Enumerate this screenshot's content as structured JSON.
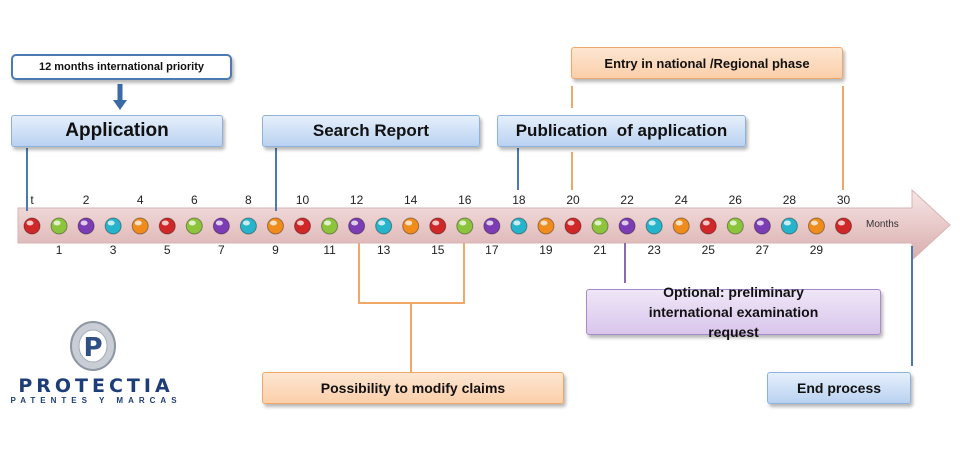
{
  "boxes": {
    "priority": "12 months international priority",
    "application": "Application",
    "search_report": "Search Report",
    "publication": "Publication  of application",
    "national_phase": "Entry in national /Regional phase",
    "preliminary_exam": "Optional: preliminary international examination request",
    "modify_claims": "Possibility to modify claims",
    "end_process": "End process"
  },
  "timeline": {
    "unit_label": "Months",
    "start_label": "t",
    "months_top": [
      "2",
      "4",
      "6",
      "8",
      "10",
      "12",
      "14",
      "16",
      "18",
      "20",
      "22",
      "24",
      "26",
      "28",
      "30"
    ],
    "months_bottom": [
      "1",
      "3",
      "5",
      "7",
      "9",
      "11",
      "13",
      "15",
      "17",
      "19",
      "21",
      "23",
      "25",
      "27",
      "29"
    ]
  },
  "logo": {
    "name": "PROTECTIA",
    "tagline": "PATENTES Y MARCAS",
    "mark": "P"
  },
  "colors": {
    "accent_blue": "#4a7ab0",
    "connector_orange": "#f0a868",
    "connector_purple": "#8a6bb0",
    "arrow_fill": "#e9c9c9",
    "bead_colors": [
      "#d02828",
      "#8cc43c",
      "#7c3cb4",
      "#26b4cc",
      "#f08c1c"
    ]
  }
}
